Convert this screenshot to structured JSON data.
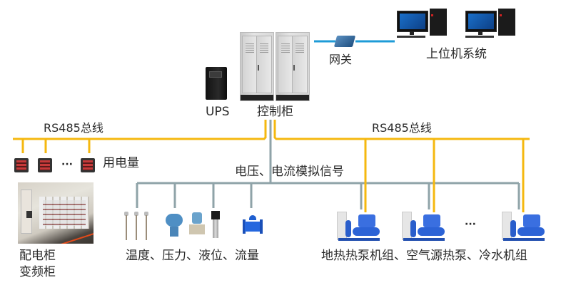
{
  "diagram": {
    "title": "",
    "nodes": {
      "ups": {
        "label": "UPS"
      },
      "control_cabinet": {
        "label": "控制柜"
      },
      "gateway": {
        "label": "网关"
      },
      "host_system": {
        "label": "上位机系统"
      },
      "power_meters": {
        "label": "用电量",
        "ellipsis": "···"
      },
      "switchgear": {
        "label_line1": "配电柜",
        "label_line2": "变频柜"
      },
      "sensors": {
        "label": "温度、压力、液位、流量"
      },
      "units": {
        "label": "地热热泵机组、空气源热泵、冷水机组",
        "ellipsis": "···"
      }
    },
    "buses": {
      "rs485_left": {
        "label": "RS485总线"
      },
      "rs485_right": {
        "label": "RS485总线"
      },
      "analog": {
        "label": "电压、电流模拟信号"
      }
    },
    "colors": {
      "rs485": "#F5B80F",
      "analog": "#8FA3A8",
      "ethernet": "#1E9BD7"
    }
  }
}
